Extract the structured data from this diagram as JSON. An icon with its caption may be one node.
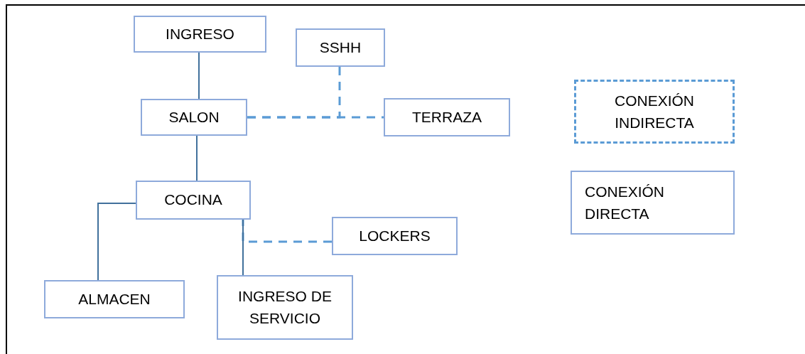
{
  "diagram": {
    "nodes": [
      {
        "text": [
          "INGRESO"
        ]
      },
      {
        "text": [
          "SSHH"
        ]
      },
      {
        "text": [
          "SALON"
        ]
      },
      {
        "text": [
          "TERRAZA"
        ]
      },
      {
        "text": [
          "COCINA"
        ]
      },
      {
        "text": [
          "LOCKERS"
        ]
      },
      {
        "text": [
          "ALMACEN"
        ]
      },
      {
        "text": [
          "INGRESO DE SERVICIO"
        ]
      }
    ],
    "edges": [
      {
        "from": 0,
        "to": 2,
        "arrow": "none"
      },
      {
        "from": 1,
        "to": 2,
        "arrow": "none",
        "style": "dashed",
        "color": "#5b9bd5"
      },
      {
        "from": 2,
        "to": 3,
        "arrow": "none",
        "style": "dashed",
        "color": "#5b9bd5"
      },
      {
        "from": 2,
        "to": 4,
        "arrow": "none"
      },
      {
        "from": 4,
        "to": 6,
        "arrow": "none"
      },
      {
        "from": 4,
        "to": 7,
        "arrow": "none"
      },
      {
        "from": 5,
        "to": 4,
        "arrow": "none",
        "style": "dashed",
        "color": "#5b9bd5"
      }
    ],
    "legend": [
      {
        "text": "CONEXIÓN INDIRECTA"
      },
      {
        "text": "CONEXIÓN DIRECTA"
      }
    ]
  }
}
